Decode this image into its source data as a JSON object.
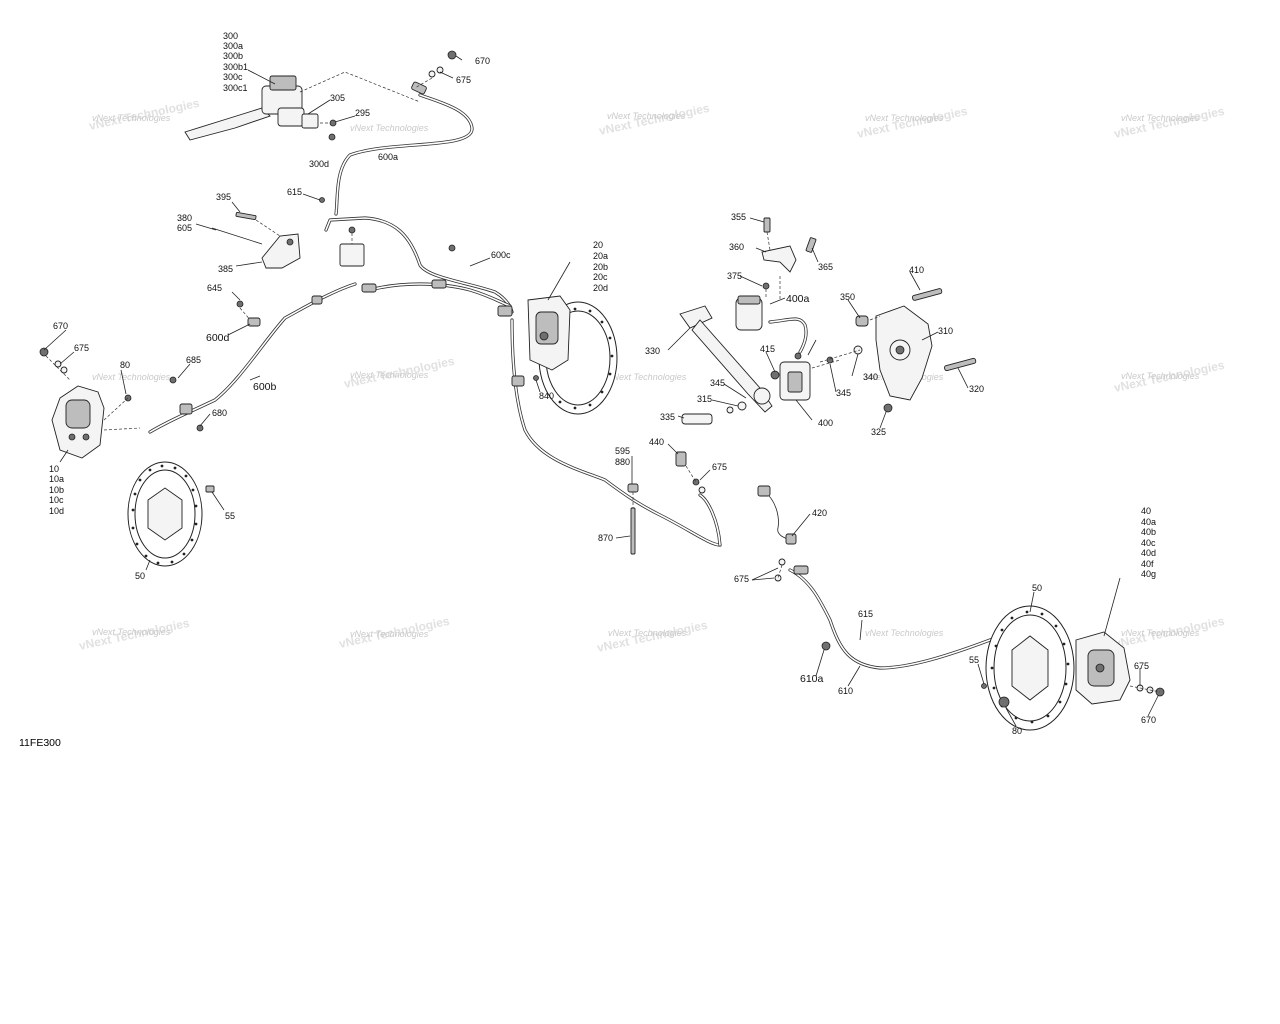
{
  "diagram": {
    "reference_code": "11FE300",
    "watermark": "vNext Technologies",
    "labels": {
      "l300": [
        "300",
        "300a",
        "300b",
        "300b1",
        "300c",
        "300c1"
      ],
      "l305": "305",
      "l295": "295",
      "l300d": "300d",
      "l670_top": "670",
      "l675_top": "675",
      "l600a": "600a",
      "l615_top": "615",
      "l395": "395",
      "l380": "380",
      "l605": "605",
      "l385": "385",
      "l645": "645",
      "l600d": "600d",
      "l600b": "600b",
      "l600c": "600c",
      "l670_left": "670",
      "l675_left": "675",
      "l80_left": "80",
      "l685": "685",
      "l680": "680",
      "l10": [
        "10",
        "10a",
        "10b",
        "10c",
        "10d"
      ],
      "l55_left": "55",
      "l50_left": "50",
      "l20": [
        "20",
        "20a",
        "20b",
        "20c",
        "20d"
      ],
      "l840": "840",
      "l355": "355",
      "l360": "360",
      "l365": "365",
      "l375": "375",
      "l400a": "400a",
      "l350": "350",
      "l410": "410",
      "l310": "310",
      "l330": "330",
      "l415": "415",
      "l340": "340",
      "l345_a": "345",
      "l345_b": "345",
      "l320": "320",
      "l315": "315",
      "l335": "335",
      "l400": "400",
      "l325": "325",
      "l440": "440",
      "l595": "595",
      "l880": "880",
      "l675_mid": "675",
      "l870": "870",
      "l420": "420",
      "l675_low": "675",
      "l40": [
        "40",
        "40a",
        "40b",
        "40c",
        "40d",
        "40f",
        "40g"
      ],
      "l50_right": "50",
      "l615_low": "615",
      "l610a": "610a",
      "l610": "610",
      "l55_right": "55",
      "l675_right": "675",
      "l670_right": "670",
      "l80_right": "80"
    }
  }
}
